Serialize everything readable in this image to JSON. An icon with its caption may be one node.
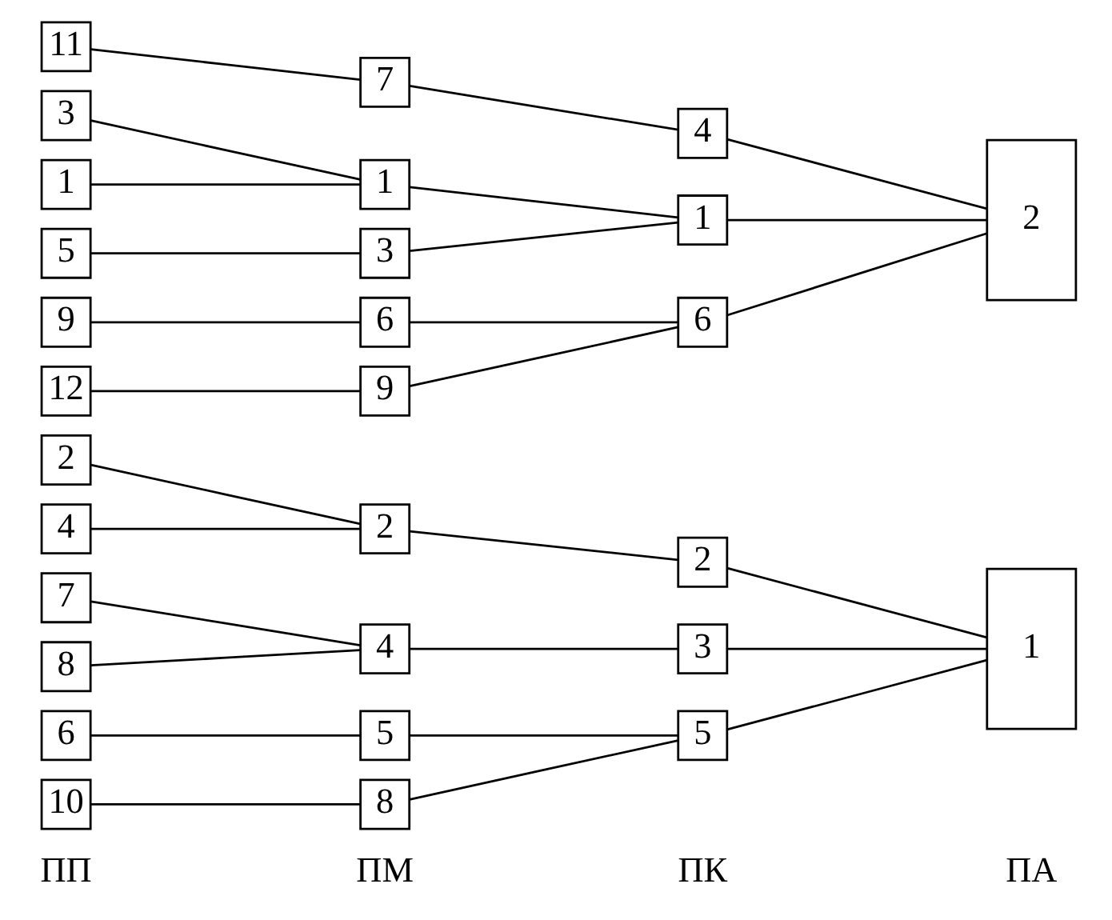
{
  "diagram": {
    "nodes": [
      {
        "text": [
          "2"
        ]
      },
      {
        "text": [
          "4"
        ]
      },
      {
        "text": [
          "7"
        ]
      },
      {
        "text": [
          "8"
        ]
      },
      {
        "text": [
          "6"
        ]
      },
      {
        "text": [
          "10"
        ]
      },
      {
        "text": [
          "1"
        ]
      },
      {
        "text": [
          "3"
        ]
      },
      {
        "text": [
          "5"
        ]
      },
      {
        "text": [
          "11"
        ]
      },
      {
        "text": [
          "9"
        ]
      },
      {
        "text": [
          "12"
        ]
      },
      {
        "text": [
          "2"
        ]
      },
      {
        "text": [
          "4"
        ]
      },
      {
        "text": [
          "5"
        ]
      },
      {
        "text": [
          "8"
        ]
      },
      {
        "text": [
          "1"
        ]
      },
      {
        "text": [
          "3"
        ]
      },
      {
        "text": [
          "7"
        ]
      },
      {
        "text": [
          "6"
        ]
      },
      {
        "text": [
          "9"
        ]
      },
      {
        "text": [
          "2"
        ]
      },
      {
        "text": [
          "3"
        ]
      },
      {
        "text": [
          "5"
        ]
      },
      {
        "text": [
          "1"
        ]
      },
      {
        "text": [
          "4"
        ]
      },
      {
        "text": [
          "6"
        ]
      },
      {
        "text": [
          "1"
        ]
      },
      {
        "text": [
          "2"
        ]
      }
    ],
    "edges": [
      {
        "from": 0,
        "to": 12,
        "arrow": "none"
      },
      {
        "from": 1,
        "to": 12,
        "arrow": "none"
      },
      {
        "from": 2,
        "to": 13,
        "arrow": "none"
      },
      {
        "from": 3,
        "to": 13,
        "arrow": "none"
      },
      {
        "from": 4,
        "to": 14,
        "arrow": "none"
      },
      {
        "from": 5,
        "to": 15,
        "arrow": "none"
      },
      {
        "from": 6,
        "to": 16,
        "arrow": "none"
      },
      {
        "from": 7,
        "to": 16,
        "arrow": "none"
      },
      {
        "from": 8,
        "to": 17,
        "arrow": "none"
      },
      {
        "from": 9,
        "to": 18,
        "arrow": "none"
      },
      {
        "from": 10,
        "to": 19,
        "arrow": "none"
      },
      {
        "from": 11,
        "to": 20,
        "arrow": "none"
      },
      {
        "from": 12,
        "to": 21,
        "arrow": "none"
      },
      {
        "from": 13,
        "to": 22,
        "arrow": "none"
      },
      {
        "from": 14,
        "to": 23,
        "arrow": "none"
      },
      {
        "from": 15,
        "to": 23,
        "arrow": "none"
      },
      {
        "from": 16,
        "to": 24,
        "arrow": "none"
      },
      {
        "from": 17,
        "to": 24,
        "arrow": "none"
      },
      {
        "from": 18,
        "to": 25,
        "arrow": "none"
      },
      {
        "from": 19,
        "to": 26,
        "arrow": "none"
      },
      {
        "from": 20,
        "to": 26,
        "arrow": "none"
      },
      {
        "from": 21,
        "to": 27,
        "arrow": "none"
      },
      {
        "from": 22,
        "to": 27,
        "arrow": "none"
      },
      {
        "from": 23,
        "to": 27,
        "arrow": "none"
      },
      {
        "from": 24,
        "to": 28,
        "arrow": "none"
      },
      {
        "from": 25,
        "to": 28,
        "arrow": "none"
      },
      {
        "from": 26,
        "to": 28,
        "arrow": "none"
      }
    ],
    "labels": [
      "ПП",
      "ПМ",
      "ПК",
      "ПА"
    ]
  }
}
